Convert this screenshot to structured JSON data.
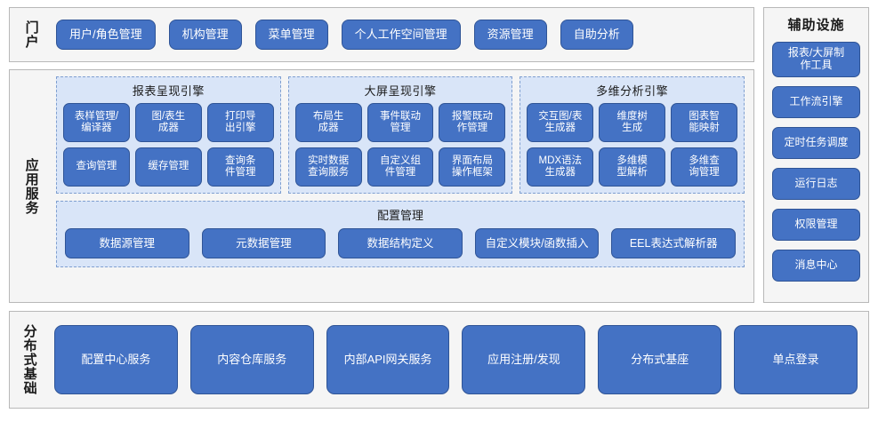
{
  "portal": {
    "label": "门户",
    "items": [
      {
        "label": "用户/角色管理"
      },
      {
        "label": "机构管理"
      },
      {
        "label": "菜单管理"
      },
      {
        "label": "个人工作空间管理"
      },
      {
        "label": "资源管理"
      },
      {
        "label": "自助分析"
      }
    ]
  },
  "app_services": {
    "label": "应用服务",
    "engines": [
      {
        "title": "报表呈现引擎",
        "items": [
          {
            "label": "表样管理/\n编译器"
          },
          {
            "label": "图/表生\n成器"
          },
          {
            "label": "打印导\n出引擎"
          },
          {
            "label": "查询管理"
          },
          {
            "label": "缓存管理"
          },
          {
            "label": "查询条\n件管理"
          }
        ]
      },
      {
        "title": "大屏呈现引擎",
        "items": [
          {
            "label": "布局生\n成器"
          },
          {
            "label": "事件联动\n管理"
          },
          {
            "label": "报警既动\n作管理"
          },
          {
            "label": "实时数据\n查询服务"
          },
          {
            "label": "自定义组\n件管理"
          },
          {
            "label": "界面布局\n操作框架"
          }
        ]
      },
      {
        "title": "多维分析引擎",
        "items": [
          {
            "label": "交互图/表\n生成器"
          },
          {
            "label": "维度树\n生成"
          },
          {
            "label": "图表智\n能映射"
          },
          {
            "label": "MDX语法\n生成器"
          },
          {
            "label": "多维模\n型解析"
          },
          {
            "label": "多维查\n询管理"
          }
        ]
      }
    ],
    "config": {
      "title": "配置管理",
      "items": [
        {
          "label": "数据源管理"
        },
        {
          "label": "元数据管理"
        },
        {
          "label": "数据结构定义"
        },
        {
          "label": "自定义模块/函数插入"
        },
        {
          "label": "EEL表达式解析器"
        }
      ]
    }
  },
  "aux": {
    "title": "辅助设施",
    "items": [
      {
        "label": "报表/大屏制\n作工具"
      },
      {
        "label": "工作流引擎"
      },
      {
        "label": "定时任务调度"
      },
      {
        "label": "运行日志"
      },
      {
        "label": "权限管理"
      },
      {
        "label": "消息中心"
      }
    ]
  },
  "distributed": {
    "label": "分布式基础",
    "items": [
      {
        "label": "配置中心服务"
      },
      {
        "label": "内容仓库服务"
      },
      {
        "label": "内部API网关服务"
      },
      {
        "label": "应用注册/发现"
      },
      {
        "label": "分布式基座"
      },
      {
        "label": "单点登录"
      }
    ]
  },
  "colors": {
    "button_fill": "#4472C4",
    "button_border": "#2F5496",
    "panel_fill": "#D9E5F8",
    "panel_border": "#7F9FD0",
    "section_fill": "#F5F5F5",
    "section_border": "#B8B8B8"
  }
}
